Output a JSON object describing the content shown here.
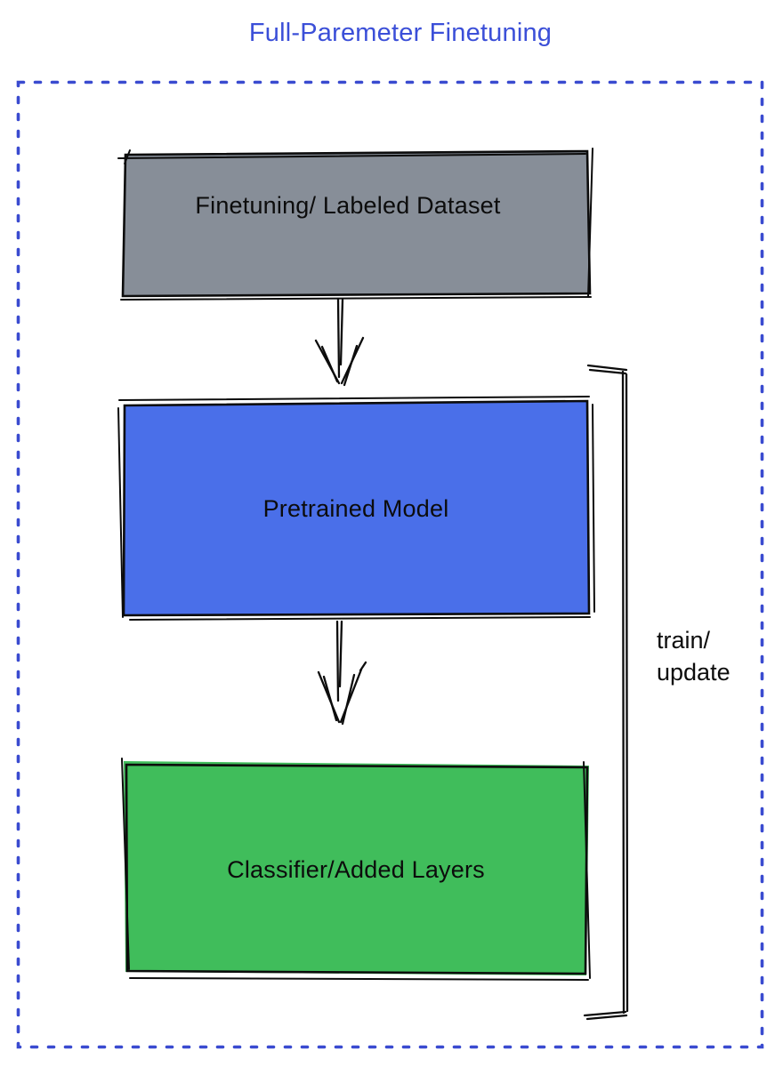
{
  "title": {
    "text": "Full-Paremeter Finetuning",
    "color": "#3b4fd8"
  },
  "frame": {
    "style": "dotted",
    "border_color": "#3a4bd0"
  },
  "nodes": [
    {
      "id": "finetuning-dataset",
      "label": "Finetuning/ Labeled Dataset",
      "fill": "#878e98"
    },
    {
      "id": "pretrained-model",
      "label": "Pretrained Model",
      "fill": "#4a6fe9"
    },
    {
      "id": "classifier-added-layers",
      "label": "Classifier/Added Layers",
      "fill": "#40bd5b"
    }
  ],
  "edges": [
    {
      "from": "finetuning-dataset",
      "to": "pretrained-model",
      "type": "arrow-down"
    },
    {
      "from": "pretrained-model",
      "to": "classifier-added-layers",
      "type": "arrow-down"
    }
  ],
  "bracket": {
    "lines": [
      "train/",
      "update"
    ]
  }
}
